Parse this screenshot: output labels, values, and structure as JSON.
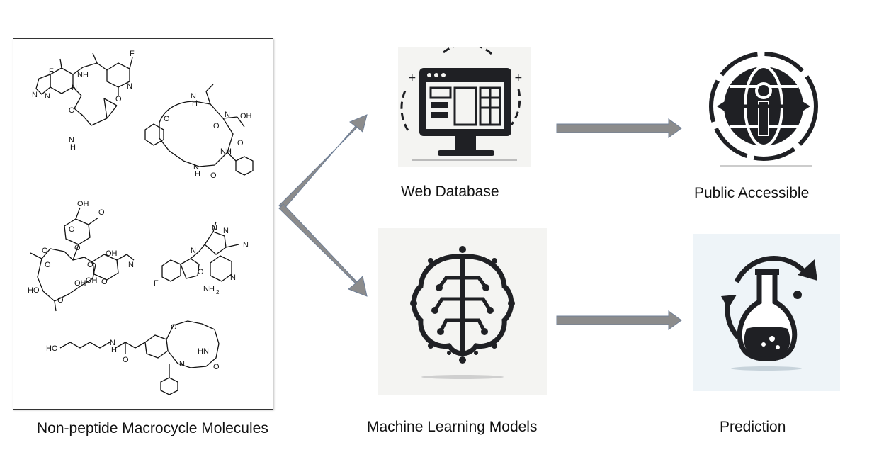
{
  "labels": {
    "molecules": "Non-peptide Macrocycle Molecules",
    "web_database": "Web Database",
    "ml_models": "Machine Learning Models",
    "public_accessible": "Public Accessible",
    "prediction": "Prediction"
  },
  "molecule_text": {
    "m1_f_top": "F",
    "m1_f_left": "F",
    "m1_nh": "NH",
    "m1_o": "O",
    "m1_n_ring": "N",
    "m1_n_pyr": "N",
    "m1_n_pz": "N",
    "m1_n_pz2": "N",
    "m1_o_amide": "O",
    "m1_n_amide": "N",
    "m1_h_amide": "H",
    "m2_o": "O",
    "m2_n1": "N",
    "m2_h1": "H",
    "m2_o1": "O",
    "m2_n2": "N",
    "m2_oh": "OH",
    "m2_o2": "O",
    "m2_nh": "NH",
    "m2_n3": "N",
    "m2_h3": "H",
    "m2_o3": "O",
    "m3_oh1": "OH",
    "m3_ome": "O",
    "m3_o_ring": "O",
    "m3_o1": "O",
    "m3_o2": "O",
    "m3_o3": "O",
    "m3_oh2": "OH",
    "m3_n": "N",
    "m3_o4": "O",
    "m3_oh3": "OH",
    "m3_ho": "HO",
    "m3_oh4": "OH",
    "m3_o5": "O",
    "m3_o6": "O",
    "m4_n_me": "N",
    "m4_n1": "N",
    "m4_n2": "N",
    "m4_cn": "N",
    "m4_o": "O",
    "m4_f": "F",
    "m4_nh2": "NH",
    "m4_nh2_sub": "2",
    "m4_npyr": "N",
    "m5_ho": "HO",
    "m5_n": "N",
    "m5_h": "H",
    "m5_o_amide": "O",
    "m5_o_ether": "O",
    "m5_hn": "HN",
    "m5_n2": "N",
    "m5_o2": "O"
  },
  "colors": {
    "arrow_fill": "#8c8c8c",
    "arrow_edge": "#6f7f97",
    "icon_dark": "#1f2024",
    "box_border": "#333333"
  },
  "icons": [
    "molecule-structures",
    "monitor-database-icon",
    "globe-person-icon",
    "brain-network-icon",
    "flask-cycle-icon"
  ]
}
